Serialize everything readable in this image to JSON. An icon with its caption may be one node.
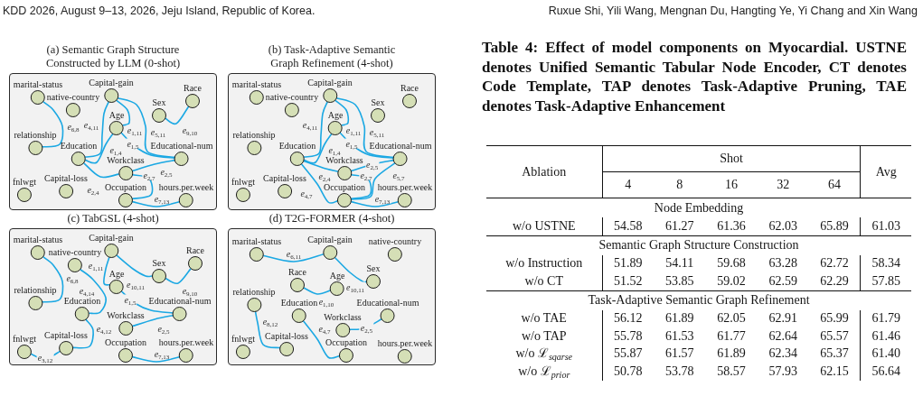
{
  "diagram": {
    "nodes": [
      {
        "text": [
          "(a) Semantic Graph Structure Constructed by LLM (0-shot)"
        ]
      },
      {
        "text": [
          "marital-status"
        ],
        "in": 0
      },
      {
        "text": [
          "Capital-gain"
        ],
        "in": 0
      },
      {
        "text": [
          "Race"
        ],
        "in": 0
      },
      {
        "text": [
          "native-country"
        ],
        "in": 0
      },
      {
        "text": [
          "Sex"
        ],
        "in": 0
      },
      {
        "text": [
          "Age"
        ],
        "in": 0
      },
      {
        "text": [
          "relationship"
        ],
        "in": 0
      },
      {
        "text": [
          "Education"
        ],
        "in": 0
      },
      {
        "text": [
          "Educational-num"
        ],
        "in": 0
      },
      {
        "text": [
          "Workclass"
        ],
        "in": 0
      },
      {
        "text": [
          "fnlwgt"
        ],
        "in": 0
      },
      {
        "text": [
          "Capital-loss"
        ],
        "in": 0
      },
      {
        "text": [
          "Occupation"
        ],
        "in": 0
      },
      {
        "text": [
          "hours.per.week"
        ],
        "in": 0
      },
      {
        "text": [
          "(b) Task-Adaptive Semantic Graph Refinement (4-shot)"
        ]
      },
      {
        "text": [
          "marital-status"
        ],
        "in": 15
      },
      {
        "text": [
          "Capital-gain"
        ],
        "in": 15
      },
      {
        "text": [
          "Race"
        ],
        "in": 15
      },
      {
        "text": [
          "native-country"
        ],
        "in": 15
      },
      {
        "text": [
          "Sex"
        ],
        "in": 15
      },
      {
        "text": [
          "Age"
        ],
        "in": 15
      },
      {
        "text": [
          "relationship"
        ],
        "in": 15
      },
      {
        "text": [
          "Education"
        ],
        "in": 15
      },
      {
        "text": [
          "Educational-num"
        ],
        "in": 15
      },
      {
        "text": [
          "Workclass"
        ],
        "in": 15
      },
      {
        "text": [
          "fnlwgt"
        ],
        "in": 15
      },
      {
        "text": [
          "Capital-loss"
        ],
        "in": 15
      },
      {
        "text": [
          "Occupation"
        ],
        "in": 15
      },
      {
        "text": [
          "hours.per.week"
        ],
        "in": 15
      },
      {
        "text": [
          "(c) TabGSL (4-shot)"
        ]
      },
      {
        "text": [
          "marital-status"
        ],
        "in": 30
      },
      {
        "text": [
          "Capital-gain"
        ],
        "in": 30
      },
      {
        "text": [
          "Race"
        ],
        "in": 30
      },
      {
        "text": [
          "native-country"
        ],
        "in": 30
      },
      {
        "text": [
          "Sex"
        ],
        "in": 30
      },
      {
        "text": [
          "Age"
        ],
        "in": 30
      },
      {
        "text": [
          "relationship"
        ],
        "in": 30
      },
      {
        "text": [
          "Education"
        ],
        "in": 30
      },
      {
        "text": [
          "Educational-num"
        ],
        "in": 30
      },
      {
        "text": [
          "Workclass"
        ],
        "in": 30
      },
      {
        "text": [
          "fnlwgt"
        ],
        "in": 30
      },
      {
        "text": [
          "Capital-loss"
        ],
        "in": 30
      },
      {
        "text": [
          "Occupation"
        ],
        "in": 30
      },
      {
        "text": [
          "hours.per.week"
        ],
        "in": 30
      },
      {
        "text": [
          "(d) T2G-FORMER (4-shot)"
        ]
      },
      {
        "text": [
          "marital-status"
        ],
        "in": 45
      },
      {
        "text": [
          "Capital-gain"
        ],
        "in": 45
      },
      {
        "text": [
          "native-country"
        ],
        "in": 45
      },
      {
        "text": [
          "Sex"
        ],
        "in": 45
      },
      {
        "text": [
          "Race"
        ],
        "in": 45
      },
      {
        "text": [
          "Age"
        ],
        "in": 45
      },
      {
        "text": [
          "relationship"
        ],
        "in": 45
      },
      {
        "text": [
          "Education"
        ],
        "in": 45
      },
      {
        "text": [
          "Educational-num"
        ],
        "in": 45
      },
      {
        "text": [
          "Workclass"
        ],
        "in": 45
      },
      {
        "text": [
          "fnlwgt"
        ],
        "in": 45
      },
      {
        "text": [
          "Capital-loss"
        ],
        "in": 45
      },
      {
        "text": [
          "Occupation"
        ],
        "in": 45
      },
      {
        "text": [
          "hours.per.week"
        ],
        "in": 45
      }
    ],
    "edges": [
      {
        "from": 1,
        "to": 7,
        "arrow": "none",
        "label": "e$_{6,8}$"
      },
      {
        "from": 5,
        "to": 3,
        "arrow": "none",
        "label": "e$_{9,10}$"
      },
      {
        "from": 2,
        "to": 9,
        "arrow": "none",
        "label": "e$_{5,11}$"
      },
      {
        "from": 2,
        "to": 8,
        "arrow": "none",
        "label": "e$_{4,11}$"
      },
      {
        "from": 2,
        "to": 6,
        "arrow": "none",
        "label": "e$_{1,11}$"
      },
      {
        "from": 6,
        "to": 8,
        "arrow": "none",
        "label": "e$_{1,4}$"
      },
      {
        "from": 6,
        "to": 9,
        "arrow": "none",
        "label": "e$_{1,5}$"
      },
      {
        "from": 10,
        "to": 8,
        "arrow": "none",
        "label": "e$_{2,4}$"
      },
      {
        "from": 10,
        "to": 9,
        "arrow": "none",
        "label": "e$_{2,5}$"
      },
      {
        "from": 10,
        "to": 13,
        "arrow": "none",
        "label": "e$_{2,7}$"
      },
      {
        "from": 13,
        "to": 14,
        "arrow": "none",
        "label": "e$_{7,13}$"
      },
      {
        "from": 17,
        "to": 24,
        "arrow": "none",
        "label": "e$_{5,11}$"
      },
      {
        "from": 17,
        "to": 21,
        "arrow": "none",
        "label": "e$_{1,11}$"
      },
      {
        "from": 17,
        "to": 23,
        "arrow": "none",
        "label": "e$_{4,11}$"
      },
      {
        "from": 21,
        "to": 23,
        "arrow": "none",
        "label": "e$_{1,4}$"
      },
      {
        "from": 21,
        "to": 24,
        "arrow": "none",
        "label": "e$_{1,5}$"
      },
      {
        "from": 25,
        "to": 23,
        "arrow": "none",
        "label": "e$_{2,4}$"
      },
      {
        "from": 25,
        "to": 24,
        "arrow": "none",
        "label": "e$_{2,5}$"
      },
      {
        "from": 25,
        "to": 28,
        "arrow": "none",
        "label": "e$_{2,7}$"
      },
      {
        "from": 24,
        "to": 28,
        "arrow": "none",
        "label": "e$_{5,7}$"
      },
      {
        "from": 23,
        "to": 28,
        "arrow": "none",
        "label": "e$_{4,7}$"
      },
      {
        "from": 28,
        "to": 29,
        "arrow": "none",
        "label": "e$_{7,13}$"
      },
      {
        "from": 31,
        "to": 37,
        "arrow": "none",
        "label": "e$_{6,8}$"
      },
      {
        "from": 34,
        "to": 38,
        "arrow": "none",
        "label": "e$_{4,14}$"
      },
      {
        "from": 38,
        "to": 42,
        "arrow": "none",
        "label": "e$_{4,12}$"
      },
      {
        "from": 41,
        "to": 42,
        "arrow": "none",
        "label": "e$_{3,12}$"
      },
      {
        "from": 32,
        "to": 35,
        "arrow": "none",
        "label": "e$_{10,11}$"
      },
      {
        "from": 35,
        "to": 33,
        "arrow": "none",
        "label": "e$_{9,10}$"
      },
      {
        "from": 32,
        "to": 36,
        "arrow": "none",
        "label": "e$_{1,11}$"
      },
      {
        "from": 36,
        "to": 39,
        "arrow": "none",
        "label": "e$_{1,5}$"
      },
      {
        "from": 40,
        "to": 39,
        "arrow": "none",
        "label": "e$_{2,5}$"
      },
      {
        "from": 43,
        "to": 44,
        "arrow": "none",
        "label": "e$_{7,13}$"
      },
      {
        "from": 46,
        "to": 47,
        "arrow": "none",
        "label": "e$_{6,11}$"
      },
      {
        "from": 47,
        "to": 49,
        "arrow": "none",
        "label": "e$_{10,11}$"
      },
      {
        "from": 50,
        "to": 51,
        "arrow": "none",
        "label": "e$_{1,10}$"
      },
      {
        "from": 52,
        "to": 57,
        "arrow": "none",
        "label": "e$_{8,12}$"
      },
      {
        "from": 53,
        "to": 58,
        "arrow": "none",
        "label": "e$_{4,7}$"
      },
      {
        "from": 55,
        "to": 54,
        "arrow": "none",
        "label": "e$_{2,5}$"
      }
    ],
    "labels": [
      "KDD 2026, August 9–13, 2026, Jeju Island, Republic of Korea.",
      "Ruxue Shi, Yili Wang, Mengnan Du, Hangting Ye, Yi Chang and Xin Wang",
      "Table 4: Effect of model components on Myocardial. USTNE denotes Unified Semantic Tabular Node Encoder, CT denotes Code Template, TAP denotes Task-Adaptive Pruning, TAE denotes Task-Adaptive Enhancement",
      "Ablation",
      "Shot",
      "Avg",
      "4",
      "8",
      "16",
      "32",
      "64",
      "Node Embedding",
      "w/o USTNE",
      "54.58",
      "61.27",
      "61.36",
      "62.03",
      "65.89",
      "61.03",
      "Semantic Graph Structure Construction",
      "w/o Instruction",
      "51.89",
      "54.11",
      "59.68",
      "63.28",
      "62.72",
      "58.34",
      "w/o CT",
      "51.52",
      "53.85",
      "59.02",
      "62.59",
      "62.29",
      "57.85",
      "Task-Adaptive Semantic Graph Refinement",
      "w/o TAE",
      "56.12",
      "61.89",
      "62.05",
      "62.91",
      "65.99",
      "61.79",
      "w/o TAP",
      "55.78",
      "61.53",
      "61.77",
      "62.64",
      "65.57",
      "61.46",
      "w/o ℒ$_{sqarse}$",
      "55.87",
      "61.57",
      "61.89",
      "62.34",
      "65.37",
      "61.40",
      "w/o ℒ$_{prior}$",
      "50.78",
      "53.78",
      "58.57",
      "57.93",
      "62.15",
      "56.64"
    ]
  }
}
